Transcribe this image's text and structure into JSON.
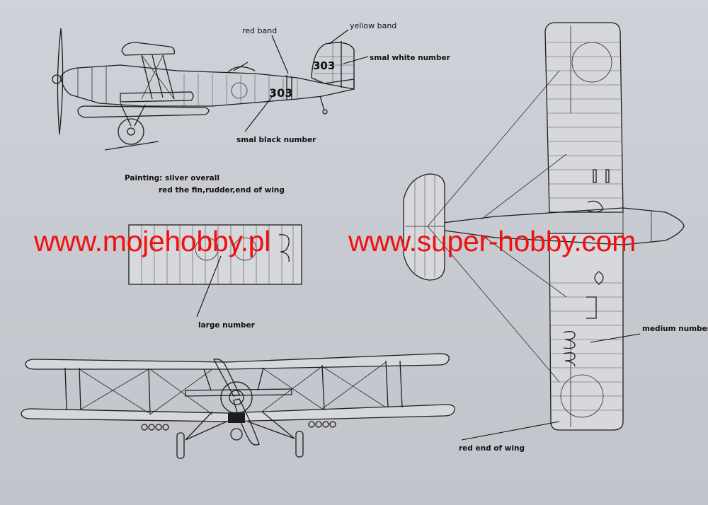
{
  "labels": {
    "red_band": "red band",
    "yellow_band": "yellow band",
    "smal_white_number": "smal white number",
    "smal_black_number": "smal black number",
    "large_number": "large number",
    "medium_number": "medium number",
    "red_end_of_wing": "red end of wing"
  },
  "painting": {
    "line1": "Painting: silver overall",
    "line2": "red the fin,rudder,end of wing"
  },
  "markings": {
    "side_black_number": "303",
    "fin_white_number": "303"
  },
  "watermarks": {
    "left": "www.mojehobby.pl",
    "right": "www.super-hobby.com"
  },
  "colors": {
    "background": "#c9ccd2",
    "line": "#1d1d1d",
    "watermark": "#f01010"
  }
}
